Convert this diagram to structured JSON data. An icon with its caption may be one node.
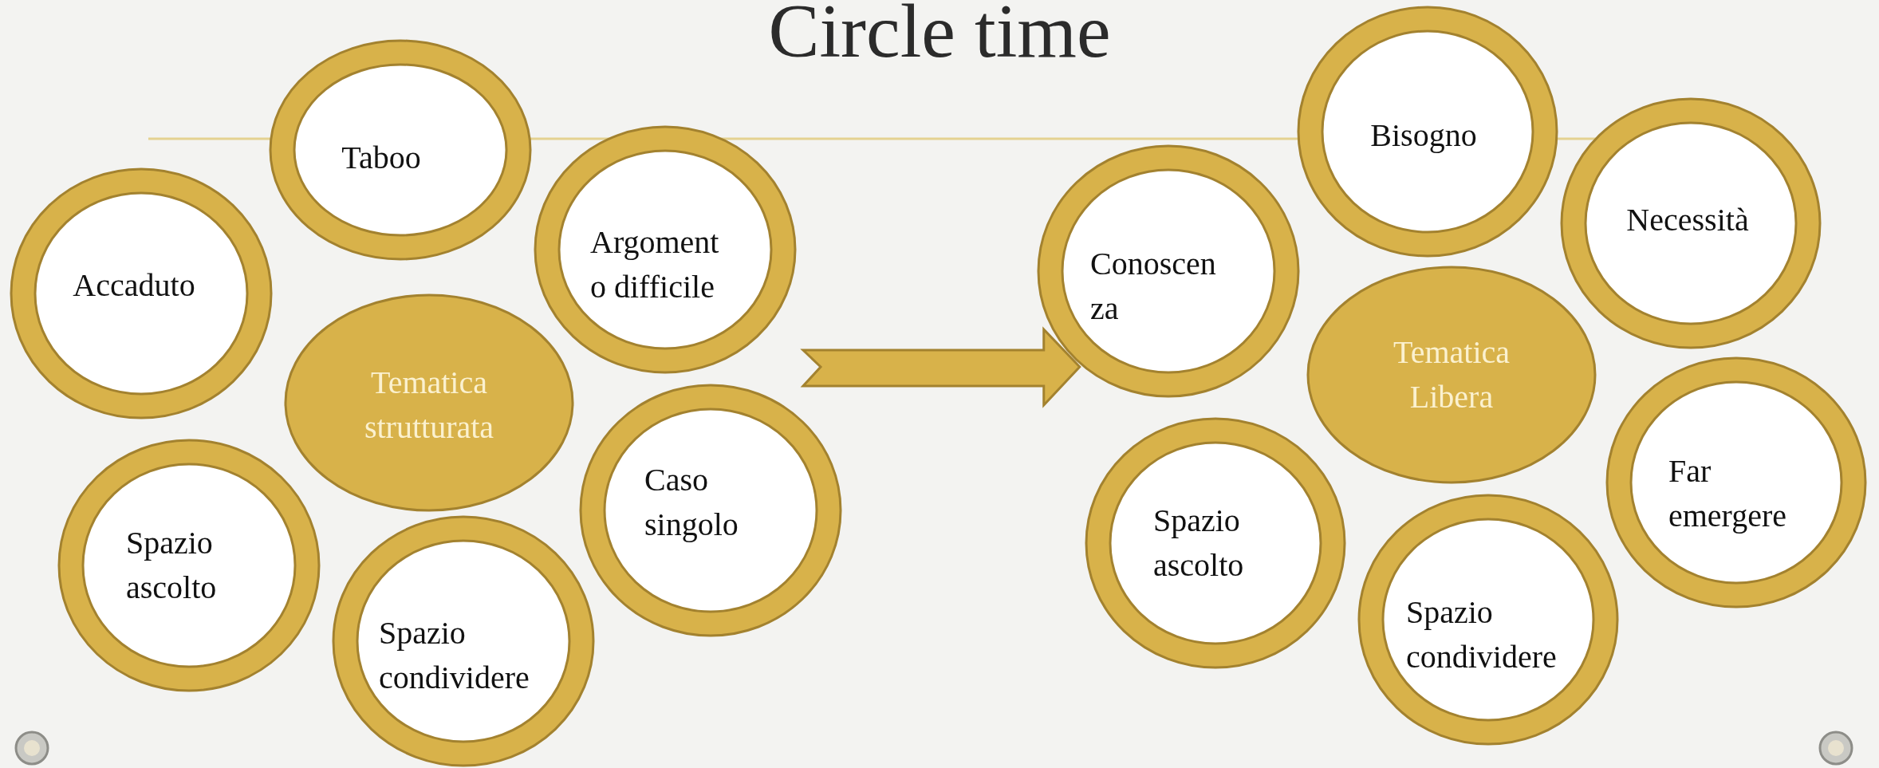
{
  "diagram": {
    "title": "Circle time",
    "nodes": [
      {
        "text": [
          "Taboo"
        ]
      },
      {
        "text": [
          "Accaduto"
        ]
      },
      {
        "text": [
          "Argoment o difficile"
        ]
      },
      {
        "text": [
          "Tematica strutturata"
        ]
      },
      {
        "text": [
          "Caso singolo"
        ]
      },
      {
        "text": [
          "Spazio ascolto"
        ]
      },
      {
        "text": [
          "Spazio condividere"
        ]
      },
      {
        "text": [
          "Bisogno"
        ]
      },
      {
        "text": [
          "Necessità"
        ]
      },
      {
        "text": [
          "Conoscen za"
        ]
      },
      {
        "text": [
          "Tematica Libera"
        ]
      },
      {
        "text": [
          "Far emergere"
        ]
      },
      {
        "text": [
          "Spazio ascolto"
        ]
      },
      {
        "text": [
          "Spazio condividere"
        ]
      }
    ],
    "edges": [
      {
        "from": 2,
        "to": 9,
        "arrow": "to"
      }
    ]
  }
}
